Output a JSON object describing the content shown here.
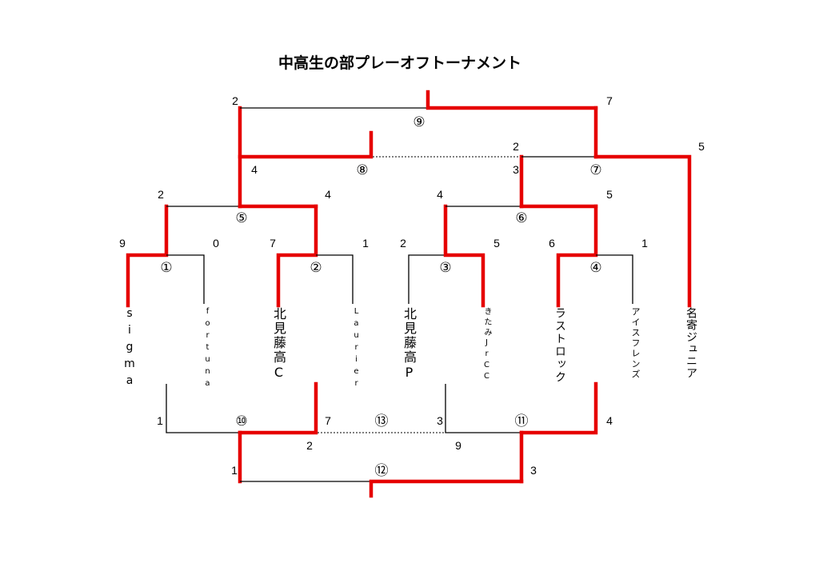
{
  "title": "中高生の部プレーオフトーナメント",
  "colors": {
    "winner_line": "#e60000",
    "loser_line": "#000000"
  },
  "teams": [
    "sigma",
    "fortuna",
    "北見藤高C",
    "Laurier",
    "北見藤高P",
    "きたみJrCC",
    "ラストロック",
    "アイスフレンズ",
    "名寄ジュニア"
  ],
  "matches": {
    "m1": {
      "label": "①",
      "scores": [
        "9",
        "0"
      ]
    },
    "m2": {
      "label": "②",
      "scores": [
        "7",
        "1"
      ]
    },
    "m3": {
      "label": "③",
      "scores": [
        "2",
        "5"
      ]
    },
    "m4": {
      "label": "④",
      "scores": [
        "6",
        "1"
      ]
    },
    "m5": {
      "label": "⑤",
      "scores": [
        "2",
        "4"
      ]
    },
    "m6": {
      "label": "⑥",
      "scores": [
        "4",
        "5"
      ]
    },
    "m7": {
      "label": "⑦",
      "scores": [
        "3",
        "5"
      ]
    },
    "m8": {
      "label": "⑧",
      "scores": [
        "4",
        "2"
      ]
    },
    "m9": {
      "label": "⑨",
      "scores": [
        "2",
        "7"
      ]
    },
    "m10": {
      "label": "⑩",
      "scores": [
        "1",
        "7"
      ]
    },
    "m11": {
      "label": "⑪",
      "scores": [
        "3",
        "4"
      ]
    },
    "m12": {
      "label": "⑫",
      "scores": [
        "1",
        "3"
      ]
    },
    "m13": {
      "label": "⑬",
      "scores": [
        "2",
        "9"
      ]
    }
  }
}
